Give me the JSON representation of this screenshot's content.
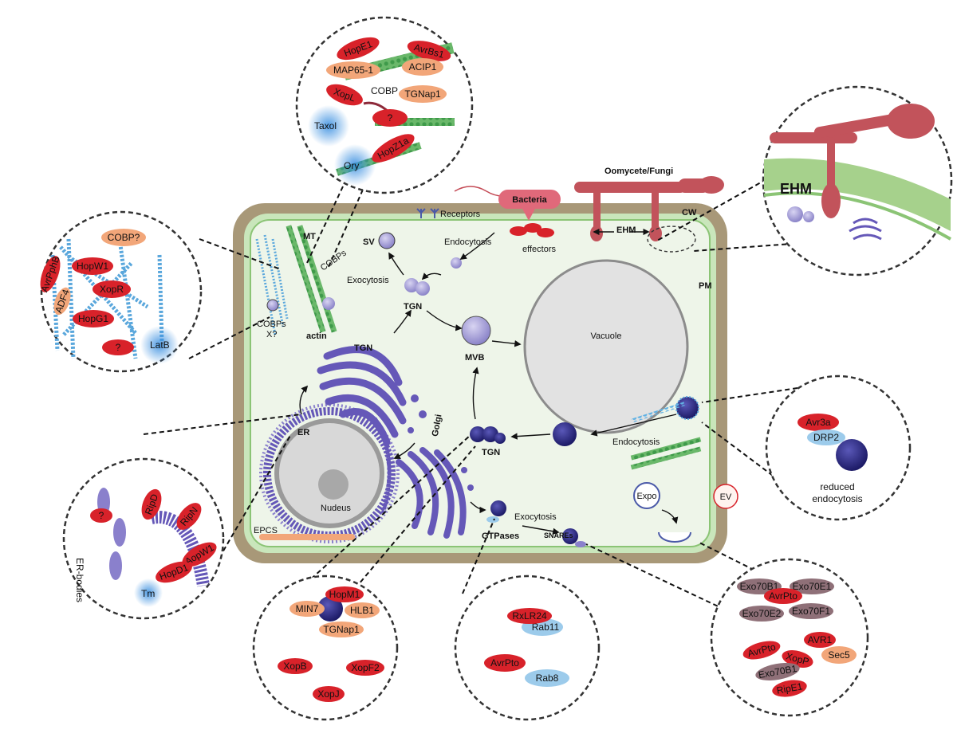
{
  "cell": {
    "cw": "CW",
    "pm": "PM",
    "mt": "MT",
    "cobps_top": "COBPs",
    "cobps_left": "COBPs",
    "x_q": "X?",
    "actin": "actin",
    "sv": "SV",
    "receptors": "Receptors",
    "endocytosis_top": "Endocytosis",
    "exocytosis_top": "Exocytosis",
    "bacteria": "Bacteria",
    "effectors": "effectors",
    "oomycete": "Oomycete/Fungi",
    "ehm": "EHM",
    "tgn_top": "TGN",
    "tgn_golgi": "TGN",
    "tgn_bottom": "TGN",
    "mvb": "MVB",
    "vacuole": "Vacuole",
    "golgi": "Golgi",
    "er": "ER",
    "nucleus": "Nudeus",
    "epcs": "EPCS",
    "endocytosis_right": "Endocytosis",
    "exocytosis_bottom": "Exocytosis",
    "gtpases": "GTPases",
    "snares": "SNAREs",
    "expo": "Expo",
    "ev": "EV"
  },
  "inset_microtubule": {
    "hope1": "HopE1",
    "avrbs1": "AvrBs1",
    "map65": "MAP65-1",
    "acip1": "ACIP1",
    "xopl": "XopL",
    "cobp": "COBP",
    "tgnap1": "TGNap1",
    "taxol": "Taxol",
    "q": "?",
    "ory": "Ory",
    "hopz1a": "HopZ1a"
  },
  "inset_actin": {
    "cobpq": "COBP?",
    "avrpphb": "AvrPphB",
    "hopw1": "HopW1",
    "adf4": "ADF4",
    "xopr": "XopR",
    "hopg1": "HopG1",
    "q": "?",
    "latb": "LatB"
  },
  "inset_ehm": {
    "ehm": "EHM"
  },
  "inset_endocytosis": {
    "avr3a": "Avr3a",
    "drp2": "DRP2",
    "reduced1": "reduced",
    "reduced2": "endocytosis"
  },
  "inset_er": {
    "q": "?",
    "erbodies": "ER-bodies",
    "ripd": "RipD",
    "ripn": "RipN",
    "avrpw1": "AopW1",
    "hopd1": "HopD1",
    "tm": "Tm"
  },
  "inset_tgn": {
    "hopm1": "HopM1",
    "min7": "MIN7",
    "hlb1": "HLB1",
    "tgnap1": "TGNap1",
    "xopb": "XopB",
    "xopf2": "XopF2",
    "xopj": "XopJ"
  },
  "inset_rab": {
    "rxlr24": "RxLR24",
    "rab11": "Rab11",
    "avrpto": "AvrPto",
    "rab8": "Rab8"
  },
  "inset_exocyst": {
    "exo70b1": "Exo70B1",
    "exo70e1": "Exo70E1",
    "avrpto1": "AvrPto",
    "exo70e2": "Exo70E2",
    "exo70f1": "Exo70F1",
    "avr1": "AVR1",
    "sec5": "Sec5",
    "avrpto2": "AvrPto",
    "xopp": "XopP",
    "exo70b1b": "Exo70B1",
    "ripe1": "RipE1"
  },
  "colors": {
    "wall": "#a89878",
    "cytoplasm": "#eef5e9",
    "membrane": "#8bc475",
    "effector_red": "#d8222a",
    "host_orange": "#f2a679",
    "golgi_purple": "#6558b8",
    "vesicle_navy": "#2d2a7e",
    "actin_blue": "#5aa7dc",
    "mt_green": "#5fae62",
    "fungi": "#c2535b",
    "rab_blue": "#9ccbeb",
    "exo_mauve": "#8f7078"
  }
}
